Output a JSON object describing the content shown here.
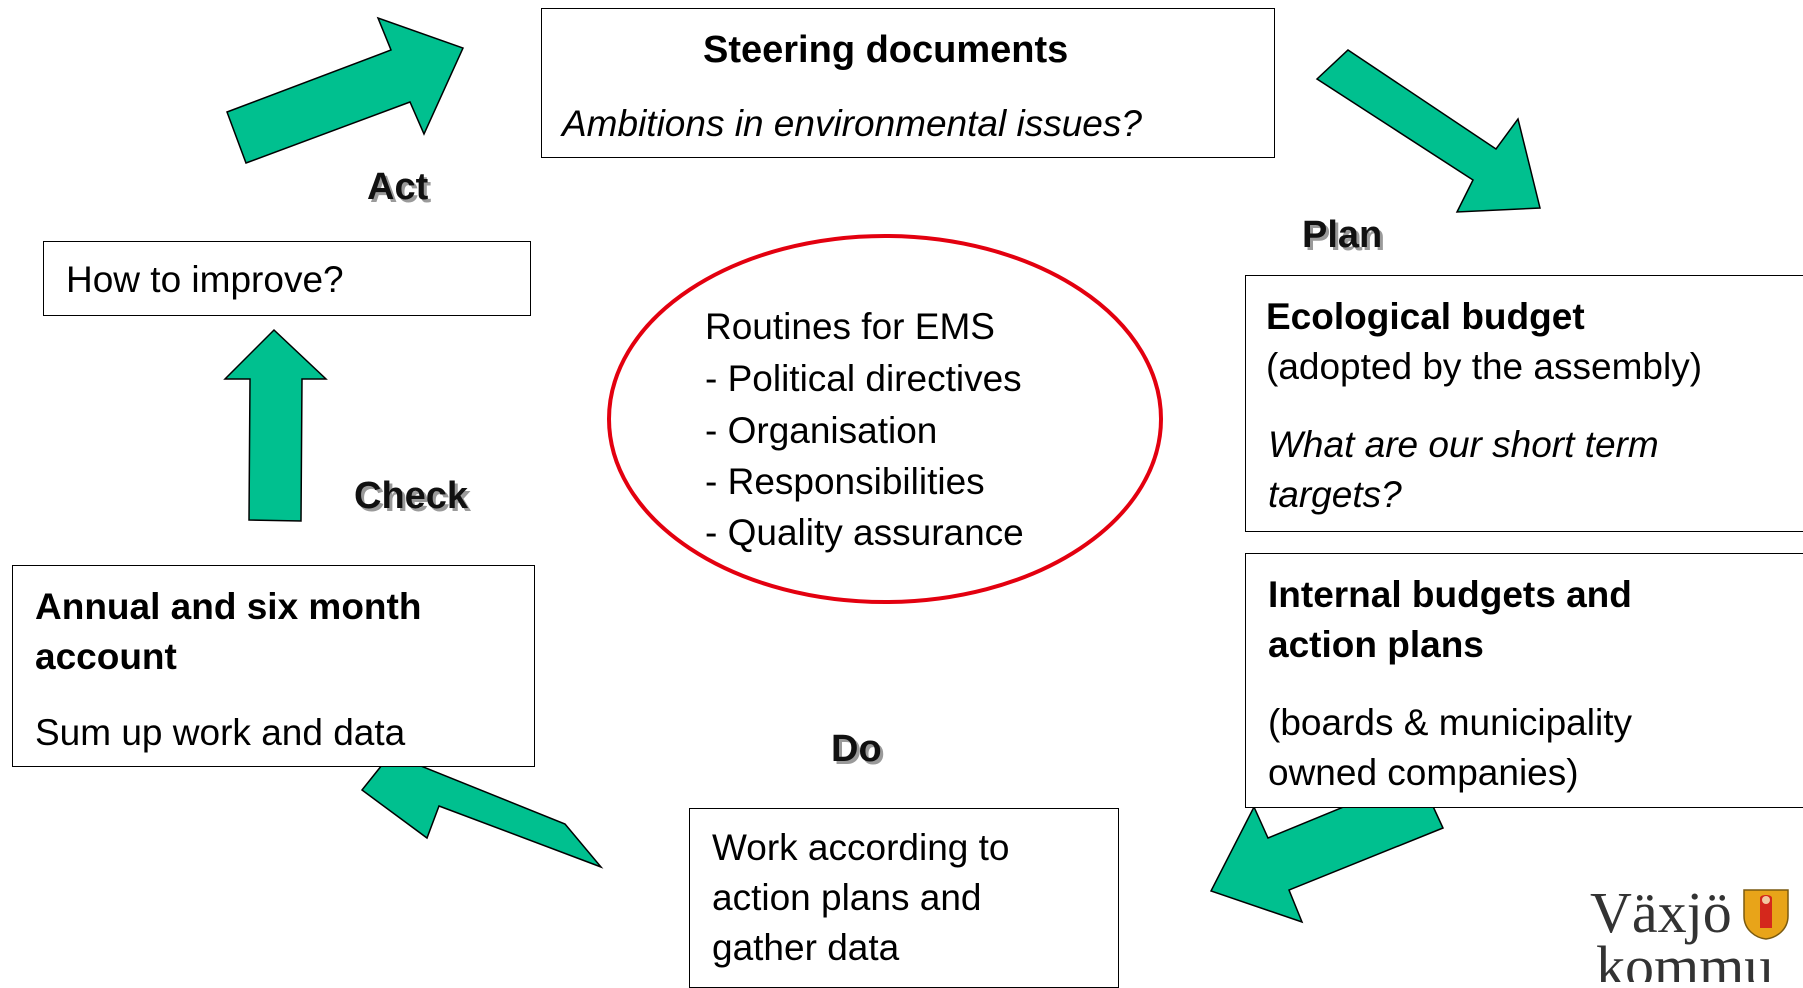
{
  "phases": {
    "plan": "Plan",
    "do": "Do",
    "check": "Check",
    "act": "Act"
  },
  "steering": {
    "title": "Steering documents",
    "question": "Ambitions in environmental issues?"
  },
  "ecological": {
    "title": "Ecological budget",
    "subtitle": "(adopted by the assembly)",
    "question_line1": "What are our short term",
    "question_line2": "targets?"
  },
  "internal": {
    "title_line1": "Internal budgets and",
    "title_line2": "action plans",
    "note_line1": "(boards & municipality",
    "note_line2": "owned companies)"
  },
  "work": {
    "line1": "Work according to",
    "line2": "action plans and",
    "line3": "gather data"
  },
  "annual": {
    "title_line1": "Annual and six month",
    "title_line2": "account",
    "text": "Sum up work and data"
  },
  "improve": {
    "text": "How to improve?"
  },
  "center": {
    "title": "Routines for EMS",
    "items": [
      "- Political directives",
      "- Organisation",
      "- Responsibilities",
      "- Quality assurance"
    ]
  },
  "logo": {
    "line1": "Växjö",
    "line2": "kommu"
  },
  "colors": {
    "arrow": "#00c08f",
    "ellipse": "#e3000f"
  }
}
